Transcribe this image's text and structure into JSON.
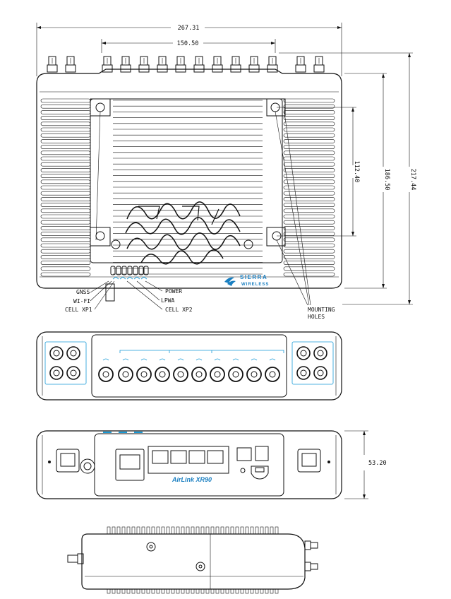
{
  "dimensions": {
    "overall_width": "267.31",
    "connector_span": "150.50",
    "mount_spacing": "112.40",
    "body_depth": "186.50",
    "overall_depth": "217.44",
    "front_height": "53.20"
  },
  "callouts": {
    "gnss": "GNSS",
    "wifi": "WI-FI",
    "cell_xp1": "CELL XP1",
    "power": "POWER",
    "lpwa": "LPWA",
    "cell_xp2": "CELL XP2",
    "mounting_holes_line1": "MOUNTING",
    "mounting_holes_line2": "HOLES"
  },
  "branding": {
    "logo_line1": "SIERRA",
    "logo_line2": "WIRELESS",
    "product": "AirLink XR90"
  },
  "colors": {
    "accent": "#1a9bd7",
    "brand": "#1a7fc1",
    "ink": "#111111"
  }
}
